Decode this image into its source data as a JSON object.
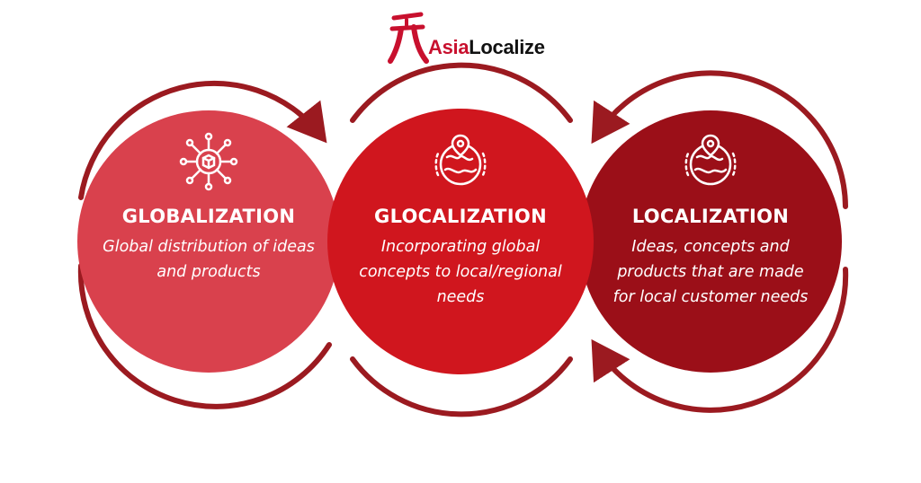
{
  "logo": {
    "brand_part1": "Asia",
    "brand_part2": "Localize",
    "brand_color": "#c8102e"
  },
  "stages": [
    {
      "title": "GLOBALIZATION",
      "description": "Global distribution of ideas and products",
      "color": "#d9414d",
      "icon": "network-box-icon"
    },
    {
      "title": "GLOCALIZATION",
      "description": "Incorporating global concepts to local/regional needs",
      "color": "#d0161e",
      "icon": "globe-pin-icon"
    },
    {
      "title": "LOCALIZATION",
      "description": "Ideas, concepts and products that are made for local customer needs",
      "color": "#9b0f18",
      "icon": "globe-pin-icon"
    }
  ],
  "colors": {
    "arrow": "#9b1a20"
  }
}
